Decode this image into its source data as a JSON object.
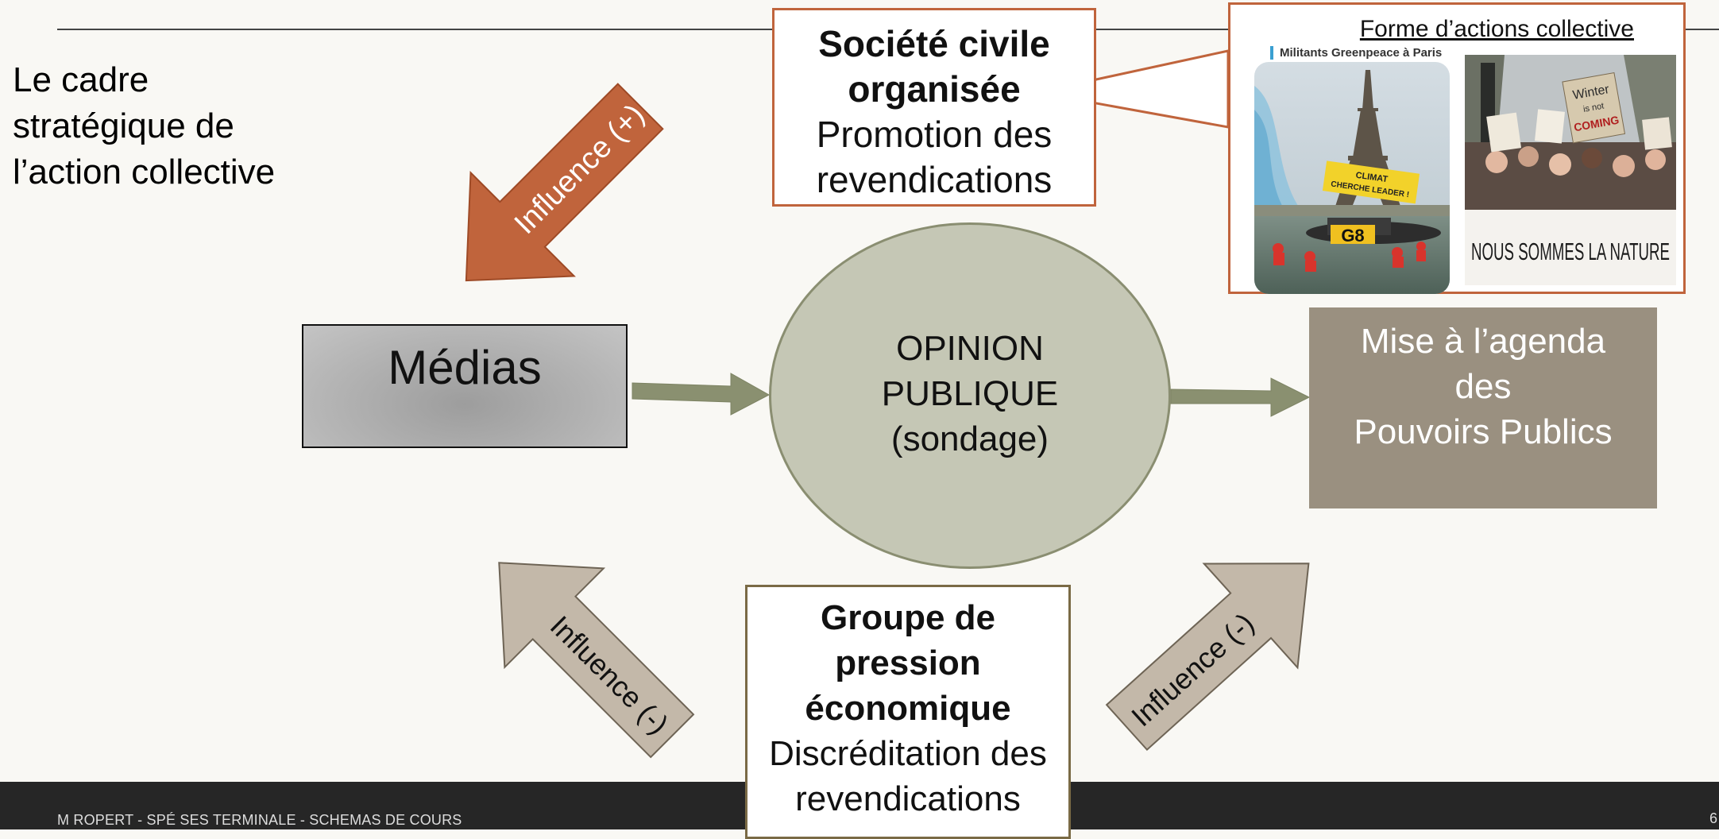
{
  "title": "Le cadre stratégique de l’action collective",
  "title_lines": [
    "Le cadre",
    "stratégique de",
    "l’action collective"
  ],
  "civil_society": {
    "heading_lines": [
      "Société civile",
      "organisée"
    ],
    "body_lines": [
      "Promotion des",
      "revendications"
    ]
  },
  "actions_panel": {
    "title": "Forme d’actions collective",
    "photo_left_caption": "Militants Greenpeace à Paris",
    "photo_left_sign": [
      "CLIMAT",
      "CHERCHE LEADER !"
    ],
    "photo_left_badge": "G8",
    "photo_right_banner": "NOUS SOMMES LA NATURE",
    "photo_right_sign": [
      "Winter",
      "is not",
      "COMING"
    ]
  },
  "media": {
    "label": "Médias"
  },
  "opinion": {
    "lines": [
      "OPINION",
      "PUBLIQUE",
      "(sondage)"
    ]
  },
  "agenda": {
    "lines": [
      "Mise à l’agenda",
      "des",
      "Pouvoirs Publics"
    ]
  },
  "pressure_group": {
    "heading_lines": [
      "Groupe de",
      "pression",
      "économique"
    ],
    "body_lines": [
      "Discréditation des",
      "revendications"
    ]
  },
  "arrows": {
    "influence_positive": "Influence (+)",
    "influence_negative_left": "Influence (-)",
    "influence_negative_right": "Influence (-)"
  },
  "colors": {
    "orange_arrow": "#c0643c",
    "tan_arrow": "#c3b8a9",
    "green_arrow": "#8a9070",
    "ellipse_fill": "#c5c7b5",
    "agenda_fill": "#9a9080",
    "footer_bg": "#262626"
  },
  "footer": {
    "text": "M ROPERT - SPÉ SES TERMINALE - SCHEMAS DE COURS",
    "page": "6"
  }
}
